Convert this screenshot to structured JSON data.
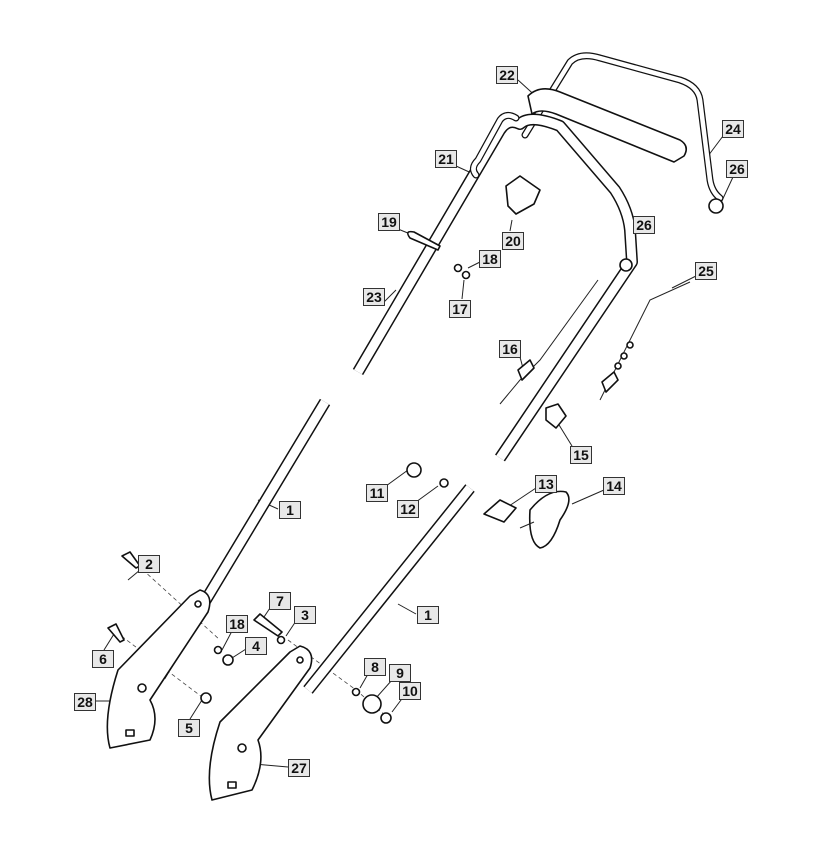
{
  "diagram": {
    "callouts": [
      {
        "id": "c22",
        "text": "22"
      },
      {
        "id": "c24",
        "text": "24"
      },
      {
        "id": "c26a",
        "text": "26"
      },
      {
        "id": "c21",
        "text": "21"
      },
      {
        "id": "c26b",
        "text": "26"
      },
      {
        "id": "c19",
        "text": "19"
      },
      {
        "id": "c20",
        "text": "20"
      },
      {
        "id": "c18a",
        "text": "18"
      },
      {
        "id": "c25",
        "text": "25"
      },
      {
        "id": "c23",
        "text": "23"
      },
      {
        "id": "c17",
        "text": "17"
      },
      {
        "id": "c16",
        "text": "16"
      },
      {
        "id": "c15",
        "text": "15"
      },
      {
        "id": "c11",
        "text": "11"
      },
      {
        "id": "c12",
        "text": "12"
      },
      {
        "id": "c13",
        "text": "13"
      },
      {
        "id": "c14",
        "text": "14"
      },
      {
        "id": "c1a",
        "text": "1"
      },
      {
        "id": "c2",
        "text": "2"
      },
      {
        "id": "c7",
        "text": "7"
      },
      {
        "id": "c3",
        "text": "3"
      },
      {
        "id": "c18b",
        "text": "18"
      },
      {
        "id": "c4",
        "text": "4"
      },
      {
        "id": "c6",
        "text": "6"
      },
      {
        "id": "c1b",
        "text": "1"
      },
      {
        "id": "c8",
        "text": "8"
      },
      {
        "id": "c9",
        "text": "9"
      },
      {
        "id": "c10",
        "text": "10"
      },
      {
        "id": "c28",
        "text": "28"
      },
      {
        "id": "c5",
        "text": "5"
      },
      {
        "id": "c27",
        "text": "27"
      }
    ]
  }
}
